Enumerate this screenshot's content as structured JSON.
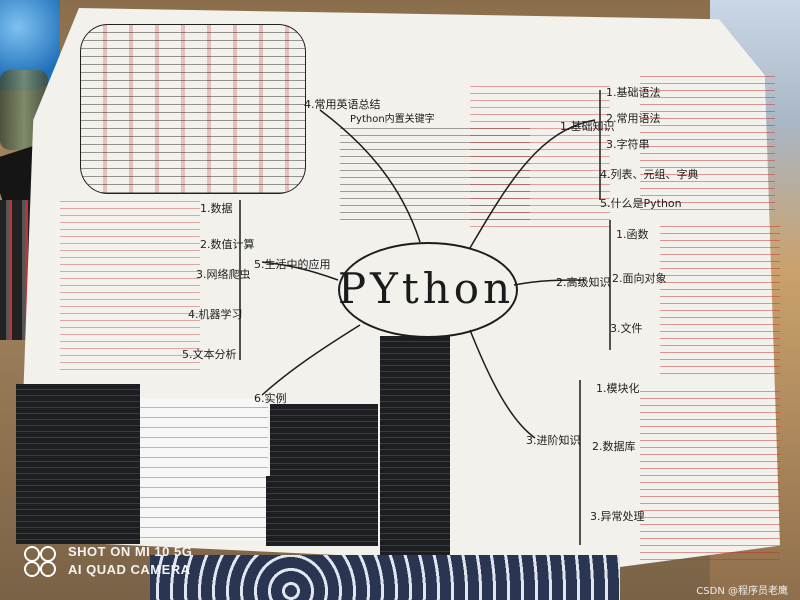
{
  "center": {
    "title": "PYthon"
  },
  "branches": {
    "common_statements": "4.常用英语总结",
    "python_keywords": "Python内置关键字",
    "basic_knowledge": "1.基础知识",
    "advanced_knowledge": "2.高级知识",
    "further_knowledge": "3.进阶知识",
    "life_applications": "5.生活中的应用",
    "examples": "6.实例"
  },
  "basic_nodes": [
    "1.基础语法",
    "2.常用语法",
    "3.字符串",
    "4.列表、元组、字典",
    "5.什么是Python"
  ],
  "advanced_nodes": [
    "1.函数",
    "2.面向对象",
    "3.文件"
  ],
  "further_nodes": [
    "1.模块化",
    "2.数据库",
    "3.异常处理"
  ],
  "application_nodes": [
    "1.数据",
    "2.数值计算",
    "3.网络爬虫",
    "4.机器学习",
    "5.文本分析"
  ],
  "watermark": {
    "line1": "SHOT ON MI 10 5G",
    "line2": "AI QUAD CAMERA",
    "source": "CSDN @程序员老鹰"
  },
  "colors": {
    "ink": "#1b1b1b",
    "red_ink": "#c83232",
    "paper": "#f2f1ec"
  }
}
